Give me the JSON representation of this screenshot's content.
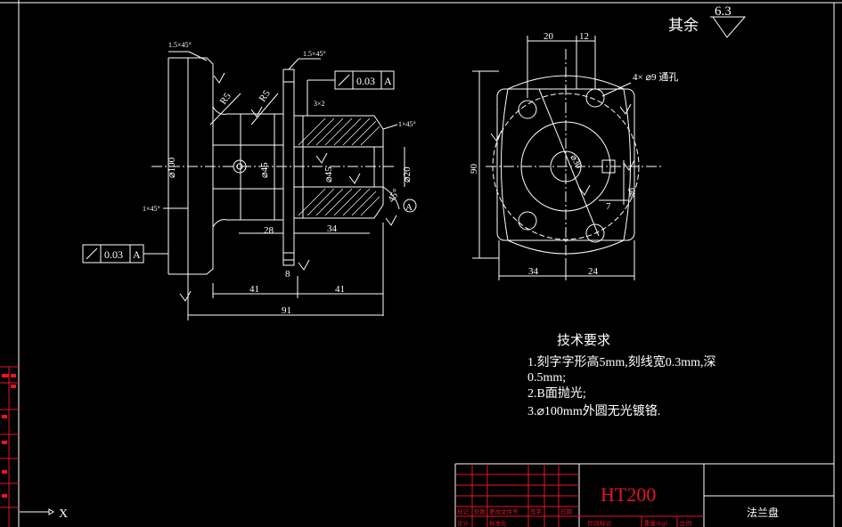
{
  "drawing": {
    "surface_finish_other": {
      "prefix": "其余",
      "value": "6.3"
    },
    "chamfers": {
      "top_left": "1.5×45°",
      "top_mid": "1.5×45°",
      "right": "1×45°",
      "left": "1×45°",
      "groove": "3×2"
    },
    "radii": {
      "r1": "R5",
      "r2": "R5"
    },
    "tolerance_frames": [
      {
        "value": "0.03",
        "datum": "A"
      },
      {
        "value": "0.03",
        "datum": "A"
      }
    ],
    "datum_label": "A",
    "angle": "45°",
    "dimensions": {
      "d100": "⌀100",
      "d45a": "⌀45",
      "d45b": "⌀45",
      "d20": "⌀20",
      "len28": "28",
      "len8": "8",
      "len34": "34",
      "len41a": "41",
      "len41b": "41",
      "len91": "91",
      "top20": "20",
      "top12": "12",
      "side90": "90",
      "bot34": "34",
      "bot24": "24",
      "holes": "4× ⌀9 通孔",
      "d30": "⌀30",
      "d6": "⌀6",
      "dim7": "7"
    }
  },
  "tech": {
    "title": "技术要求",
    "lines": [
      "1.刻字字形高5mm,刻线宽0.3mm,深",
      "0.5mm;",
      "2.B面抛光;",
      "3.⌀100mm外圆无光镀铬."
    ]
  },
  "title_block": {
    "material": "HT200",
    "part_name": "法兰盘",
    "header_cells": [
      "标记",
      "处数",
      "更改文件号",
      "签字",
      "日期"
    ],
    "bottom_cells": [
      "设计",
      "标准化",
      "阶段标记",
      "重量(kg)",
      "比例"
    ]
  },
  "ucs": {
    "x_label": "X"
  },
  "colors": {
    "line": "#ffffff",
    "frame": "#e8142a",
    "bg": "#000000"
  }
}
